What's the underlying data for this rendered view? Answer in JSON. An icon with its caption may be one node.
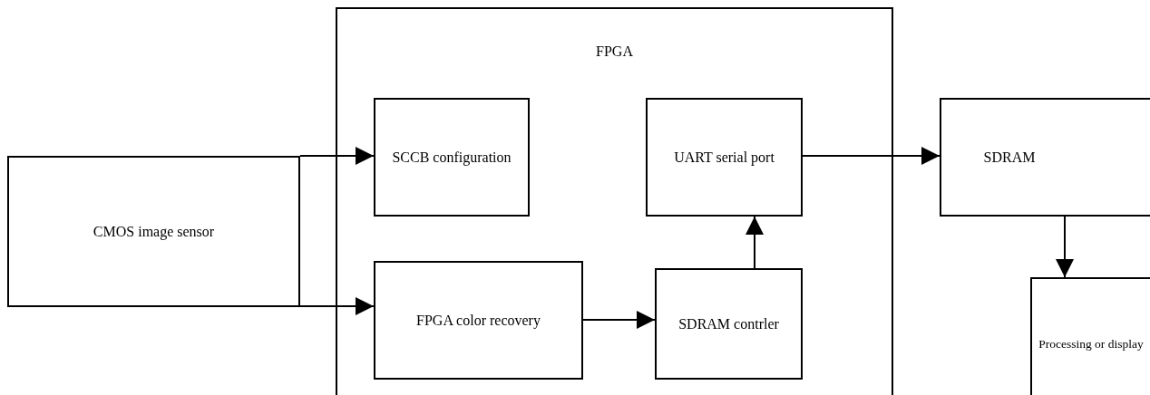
{
  "diagram": {
    "nodes": [
      {
        "text": [
          "CMOS image sensor"
        ]
      },
      {
        "text": [
          "FPGA"
        ]
      },
      {
        "text": [
          "SCCB configuration"
        ],
        "in": 1
      },
      {
        "text": [
          "UART serial port"
        ],
        "in": 1
      },
      {
        "text": [
          "FPGA color recovery"
        ],
        "in": 1
      },
      {
        "text": [
          "SDRAM contrler"
        ],
        "in": 1
      },
      {
        "text": [
          "SDRAM"
        ]
      },
      {
        "text": [
          "Processing or display"
        ]
      }
    ],
    "edges": [
      {
        "from": 0,
        "to": 2,
        "arrow": "to"
      },
      {
        "from": 0,
        "to": 4,
        "arrow": "to"
      },
      {
        "from": 4,
        "to": 5,
        "arrow": "to"
      },
      {
        "from": 5,
        "to": 3,
        "arrow": "to"
      },
      {
        "from": 3,
        "to": 6,
        "arrow": "to"
      },
      {
        "from": 6,
        "to": 7,
        "arrow": "to"
      }
    ]
  }
}
